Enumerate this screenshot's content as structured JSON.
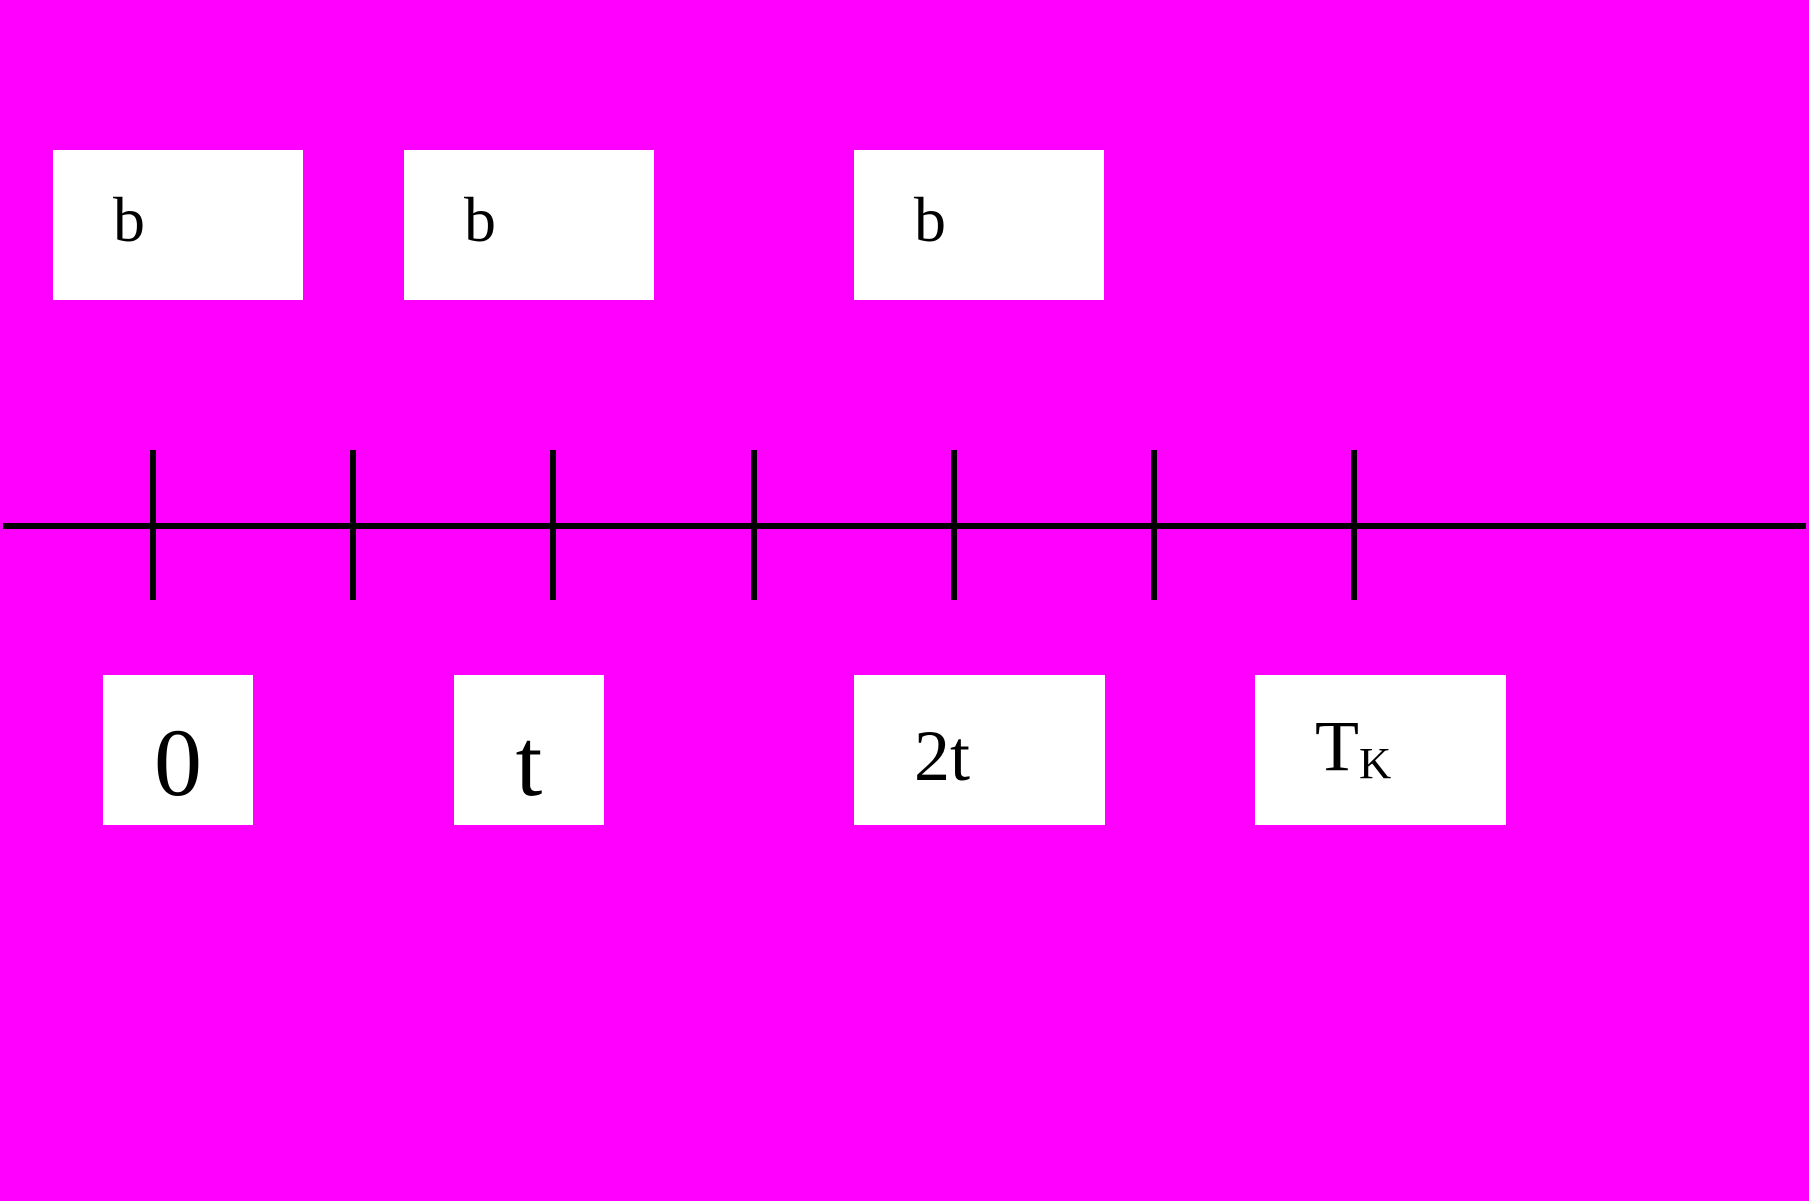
{
  "background_color": "#ff00ff",
  "line_color": "#000000",
  "box_color": "#ffffff",
  "top_labels": [
    "b",
    "b",
    "b"
  ],
  "bottom_labels": {
    "zero": "0",
    "t": "t",
    "two_t": "2t",
    "tk_main": "T",
    "tk_sub": "K"
  },
  "tick_count": 7
}
